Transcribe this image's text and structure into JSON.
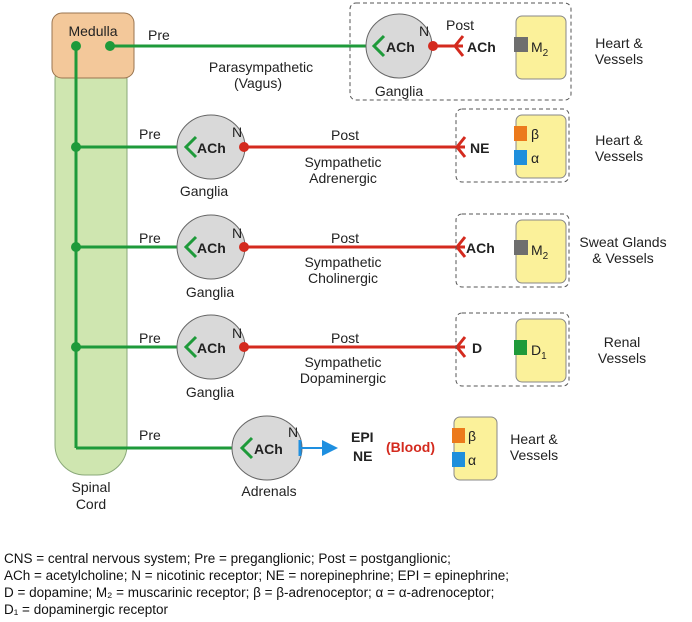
{
  "cns": {
    "medulla": "Medulla",
    "spinal_cord_line1": "Spinal",
    "spinal_cord_line2": "Cord"
  },
  "labels": {
    "pre": "Pre",
    "post": "Post",
    "ganglia": "Ganglia",
    "adrenals": "Adrenals",
    "ach": "ACh",
    "n": "N",
    "ne": "NE",
    "d": "D",
    "epi": "EPI",
    "blood": "(Blood)",
    "m2_base": "M",
    "m2_sub": "2",
    "d1_base": "D",
    "d1_sub": "1",
    "beta": "β",
    "alpha": "α"
  },
  "pathways": [
    {
      "type_line1": "Parasympathetic",
      "type_line2": "(Vagus)",
      "target_line1": "Heart &",
      "target_line2": "Vessels"
    },
    {
      "type_line1": "Sympathetic",
      "type_line2": "Adrenergic",
      "target_line1": "Heart &",
      "target_line2": "Vessels"
    },
    {
      "type_line1": "Sympathetic",
      "type_line2": "Cholinergic",
      "target_line1": "Sweat Glands",
      "target_line2": "& Vessels"
    },
    {
      "type_line1": "Sympathetic",
      "type_line2": "Dopaminergic",
      "target_line1": "Renal",
      "target_line2": "Vessels"
    },
    {
      "type_line1": "",
      "type_line2": "",
      "target_line1": "Heart &",
      "target_line2": "Vessels"
    }
  ],
  "legend": [
    "CNS = central nervous system; Pre = preganglionic; Post = postganglionic;",
    "ACh = acetylcholine; N = nicotinic receptor; NE = norepinephrine; EPI = epinephrine;",
    "D = dopamine; M₂ = muscarinic receptor; β = β-adrenoceptor; α = α-adrenoceptor;",
    "D₁ = dopaminergic receptor"
  ],
  "colors": {
    "green_fiber": "#1e9a3a",
    "red_fiber": "#d42a1e",
    "blue_fiber": "#1e8fe0",
    "spinal_fill": "#cfe6b0",
    "medulla_fill": "#f3c89a",
    "ganglion_fill": "#d9d9d9",
    "receptor_fill": "#fbf19a",
    "m2_box": "#6e6e6e",
    "beta_box": "#ec7a1c",
    "alpha_box": "#1f8fdc",
    "d1_box": "#1f9a3a",
    "blood_text": "#d42a1e"
  }
}
